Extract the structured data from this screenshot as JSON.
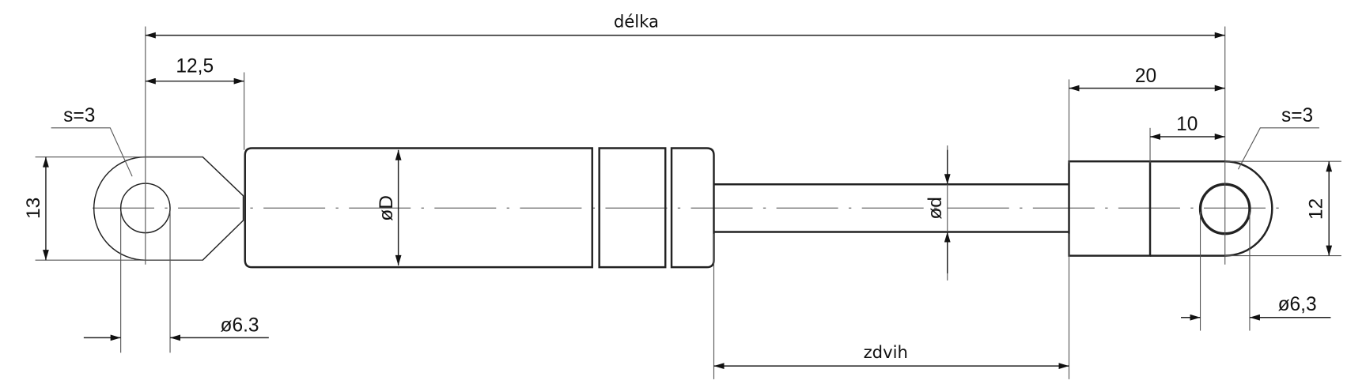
{
  "drawing": {
    "length_label": "délka",
    "stroke_label": "zdvih",
    "left_eye": {
      "offset": "12,5",
      "thickness": "s=3",
      "height": "13",
      "hole_diameter": "ø6.3"
    },
    "right_eye": {
      "end_length": "20",
      "eye_offset": "10",
      "thickness": "s=3",
      "height": "12",
      "hole_diameter": "ø6,3"
    },
    "cylinder_diameter": "øD",
    "rod_diameter": "ød"
  }
}
